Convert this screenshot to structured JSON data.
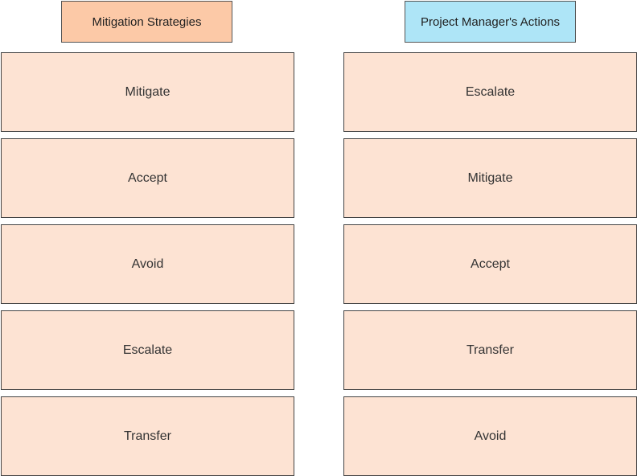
{
  "colors": {
    "left_header_bg": "#fcc9a7",
    "right_header_bg": "#aee5f7",
    "card_bg": "#fde3d3"
  },
  "left": {
    "title": "Mitigation Strategies",
    "items": [
      {
        "label": "Mitigate"
      },
      {
        "label": "Accept"
      },
      {
        "label": "Avoid"
      },
      {
        "label": "Escalate"
      },
      {
        "label": "Transfer"
      }
    ]
  },
  "right": {
    "title": "Project Manager's Actions",
    "items": [
      {
        "label": "Escalate"
      },
      {
        "label": "Mitigate"
      },
      {
        "label": "Accept"
      },
      {
        "label": "Transfer"
      },
      {
        "label": "Avoid"
      }
    ]
  }
}
